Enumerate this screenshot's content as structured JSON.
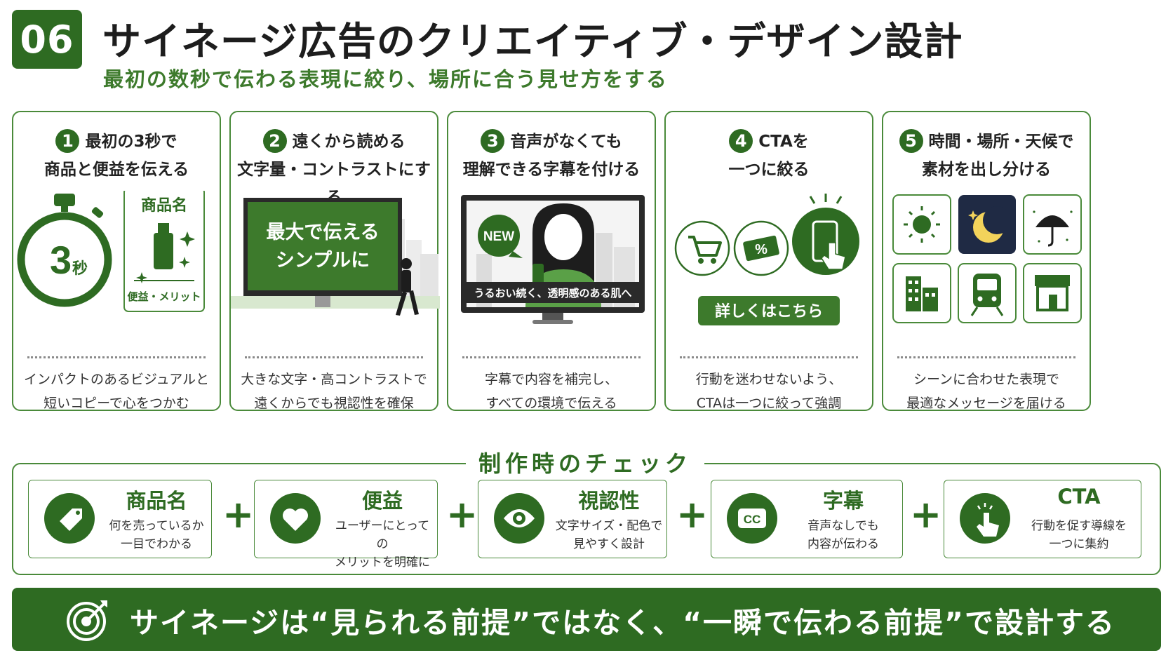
{
  "header": {
    "badge": "06",
    "title": "サイネージ広告のクリエイティブ・デザイン設計",
    "subtitle": "最初の数秒で伝わる表現に絞り、場所に合う見せ方をする"
  },
  "cards": [
    {
      "num": "1",
      "head1": "最初の3秒で",
      "head2": "商品と便益を伝える",
      "desc1": "インパクトのあるビジュアルと",
      "desc2": "短いコピーで心をつかむ",
      "art": {
        "timer_num": "3",
        "timer_unit": "秒",
        "product_label": "商品名",
        "benefit_label": "便益・メリット"
      }
    },
    {
      "num": "2",
      "head1": "遠くから読める",
      "head2": "文字量・コントラストにする",
      "desc1": "大きな文字・高コントラストで",
      "desc2": "遠くからでも視認性を確保",
      "art": {
        "sign_line1": "最大で伝える",
        "sign_line2": "シンプルに"
      }
    },
    {
      "num": "3",
      "head1": "音声がなくても",
      "head2": "理解できる字幕を付ける",
      "desc1": "字幕で内容を補完し、",
      "desc2": "すべての環境で伝える",
      "art": {
        "new_badge": "NEW",
        "caption": "うるおい続く、透明感のある肌へ"
      }
    },
    {
      "num": "4",
      "head1": "CTAを",
      "head2": "一つに絞る",
      "desc1": "行動を迷わせないよう、",
      "desc2": "CTAは一つに絞って強調",
      "art": {
        "cta_button": "詳しくはこちら",
        "coupon": "%"
      }
    },
    {
      "num": "5",
      "head1": "時間・場所・天候で",
      "head2": "素材を出し分ける",
      "desc1": "シーンに合わせた表現で",
      "desc2": "最適なメッセージを届ける",
      "art": {
        "icons": [
          "sun-icon",
          "moon-icon",
          "umbrella-icon",
          "building-icon",
          "train-icon",
          "store-icon"
        ]
      }
    }
  ],
  "checks": {
    "title": "制作時のチェック",
    "plus": "+",
    "items": [
      {
        "icon": "tag-icon",
        "title": "商品名",
        "desc1": "何を売っているか",
        "desc2": "一目でわかる"
      },
      {
        "icon": "heart-icon",
        "title": "便益",
        "desc1": "ユーザーにとっての",
        "desc2": "メリットを明確に"
      },
      {
        "icon": "eye-icon",
        "title": "視認性",
        "desc1": "文字サイズ・配色で",
        "desc2": "見やすく設計"
      },
      {
        "icon": "cc-icon",
        "title": "字幕",
        "desc1": "音声なしでも",
        "desc2": "内容が伝わる"
      },
      {
        "icon": "tap-icon",
        "title": "CTA",
        "desc1": "行動を促す導線を",
        "desc2": "一つに集約"
      }
    ]
  },
  "footer": {
    "icon": "target-icon",
    "text": "サイネージは“見られる前提”ではなく、“一瞬で伝わる前提”で設計する"
  },
  "colors": {
    "accent": "#2e6b22",
    "accent_light": "#4a8a3a",
    "subtitle": "#3d7a2c",
    "night": "#1f2a44"
  }
}
